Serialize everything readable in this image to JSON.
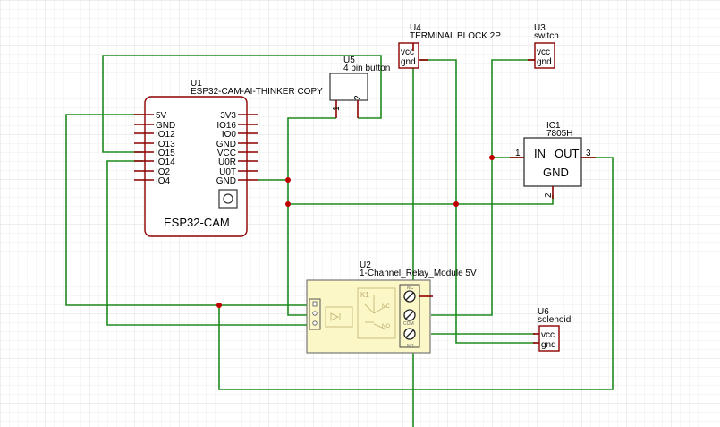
{
  "colors": {
    "wire": "#1e8a1e",
    "pin": "#8b0000",
    "relay_body": "#fbf7c6",
    "grid": "#e8e8e8"
  },
  "components": {
    "u1": {
      "ref": "U1",
      "name": "ESP32-CAM-AI-THINKER COPY",
      "body_label": "ESP32-CAM",
      "left_pins": [
        "5V",
        "GND",
        "IO12",
        "IO13",
        "IO15",
        "IO14",
        "IO2",
        "IO4"
      ],
      "right_pins": [
        "3V3",
        "IO16",
        "IO0",
        "GND",
        "VCC",
        "U0R",
        "U0T",
        "GND"
      ]
    },
    "u5": {
      "ref": "U5",
      "name": "4 pin button",
      "pin1": "1",
      "pin2": "2"
    },
    "u4": {
      "ref": "U4",
      "name": "TERMINAL BLOCK 2P",
      "pin_vcc": "vcc",
      "pin_gnd": "gnd"
    },
    "u3": {
      "ref": "U3",
      "name": "switch",
      "pin_vcc": "vcc",
      "pin_gnd": "gnd"
    },
    "ic1": {
      "ref": "IC1",
      "name": "7805H",
      "in": "IN",
      "out": "OUT",
      "gnd": "GND",
      "pin1": "1",
      "pin2": "2",
      "pin3": "3"
    },
    "u2": {
      "ref": "U2",
      "name": "1-Channel_Relay_Module 5V",
      "k1": "K1",
      "nc": "NC",
      "no": "NO",
      "t_nc": "NC",
      "t_com": "COM",
      "t_no": "NO"
    },
    "u6": {
      "ref": "U6",
      "name": "solenoid",
      "pin_vcc": "vcc",
      "pin_gnd": "gnd"
    }
  }
}
